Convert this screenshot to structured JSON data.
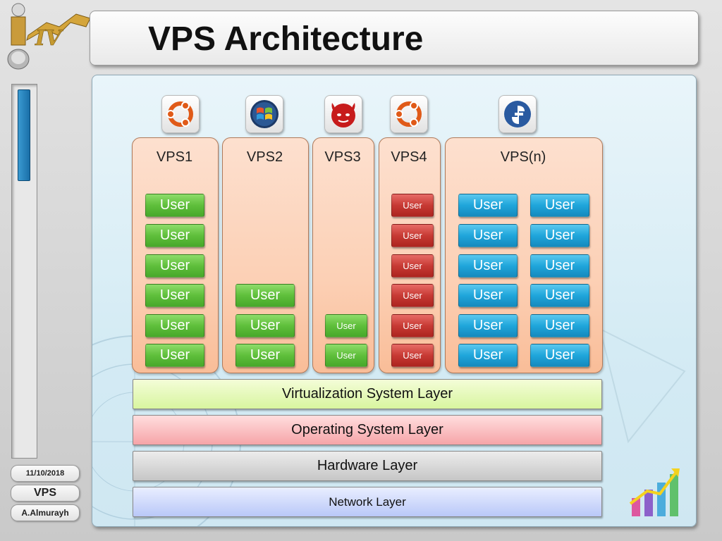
{
  "title": "VPS Architecture",
  "footer": {
    "date": "11/10/2018",
    "topic": "VPS",
    "author": "A.Almurayh"
  },
  "icons": [
    "ubuntu-icon",
    "windows-icon",
    "freebsd-icon",
    "ubuntu-icon",
    "fedora-icon"
  ],
  "columns": [
    {
      "label": "VPS1",
      "user_label": "User",
      "user_count": 6,
      "color": "#5fbf3b"
    },
    {
      "label": "VPS2",
      "user_label": "User",
      "user_count": 3,
      "color": "#5fbf3b"
    },
    {
      "label": "VPS3",
      "user_label": "User",
      "user_count": 2,
      "color": "#5fbf3b"
    },
    {
      "label": "VPS4",
      "user_label": "User",
      "user_count": 6,
      "color": "#c73a34"
    },
    {
      "label": "VPS(n)",
      "user_label": "User",
      "user_count": 12,
      "color": "#1fa6db"
    }
  ],
  "layers": {
    "virtualization": "Virtualization System Layer",
    "operating_system": "Operating System Layer",
    "hardware": "Hardware Layer",
    "network": "Network Layer"
  },
  "users": {
    "vps1": [
      "User",
      "User",
      "User",
      "User",
      "User",
      "User"
    ],
    "vps2": [
      "User",
      "User",
      "User"
    ],
    "vps3": [
      "User",
      "User"
    ],
    "vps4": [
      "User",
      "User",
      "User",
      "User",
      "User",
      "User"
    ],
    "vpsn": [
      "User",
      "User",
      "User",
      "User",
      "User",
      "User",
      "User",
      "User",
      "User",
      "User",
      "User",
      "User"
    ]
  }
}
